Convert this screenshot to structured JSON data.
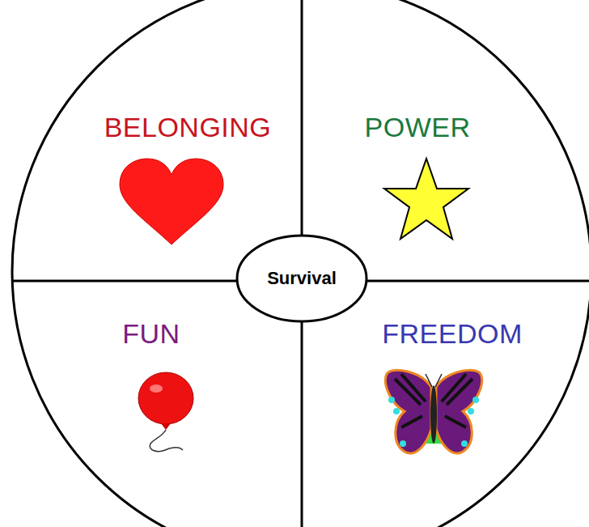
{
  "diagram": {
    "nodes": [
      {
        "text": [
          "BELONGING"
        ]
      },
      {
        "text": [
          "POWER"
        ]
      },
      {
        "text": [
          "FUN"
        ]
      },
      {
        "text": [
          "FREEDOM"
        ]
      },
      {
        "text": [
          "Survival"
        ]
      }
    ]
  }
}
